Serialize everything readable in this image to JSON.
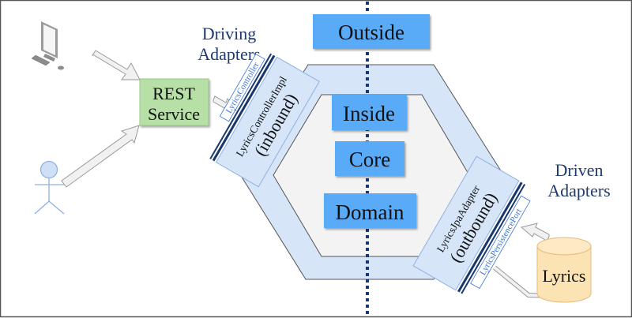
{
  "diagram": {
    "title_left": {
      "line1": "Driving",
      "line2": "Adapters"
    },
    "title_right": {
      "line1": "Driven",
      "line2": "Adapters"
    },
    "labels": {
      "outside": "Outside",
      "inside": "Inside",
      "core": "Core",
      "domain": "Domain"
    },
    "rest_service": {
      "line1": "REST",
      "line2": "Service"
    },
    "inbound_adapter": {
      "name": "LyricsControllerImpl",
      "kind": "(inbound)",
      "port": "LyricsController"
    },
    "outbound_adapter": {
      "name": "LyricsJpaAdapter",
      "kind": "(outbound)",
      "port": "LyricsPersistencePort"
    },
    "database": {
      "label": "Lyrics"
    },
    "icons": {
      "computer": "desktop-computer-icon",
      "user": "stick-figure-user-icon",
      "database": "database-cylinder-icon"
    },
    "colors": {
      "heading": "#1f3a6e",
      "core_box": "#5aabf7",
      "hex_outer": "#d6e5f8",
      "hex_inner": "#f3f3f3",
      "adapter": "#d6e5f8",
      "rest": "#b6e0a6",
      "database": "#fbe3b4",
      "port_text": "#3a73d8",
      "divider": "#17376e"
    }
  }
}
